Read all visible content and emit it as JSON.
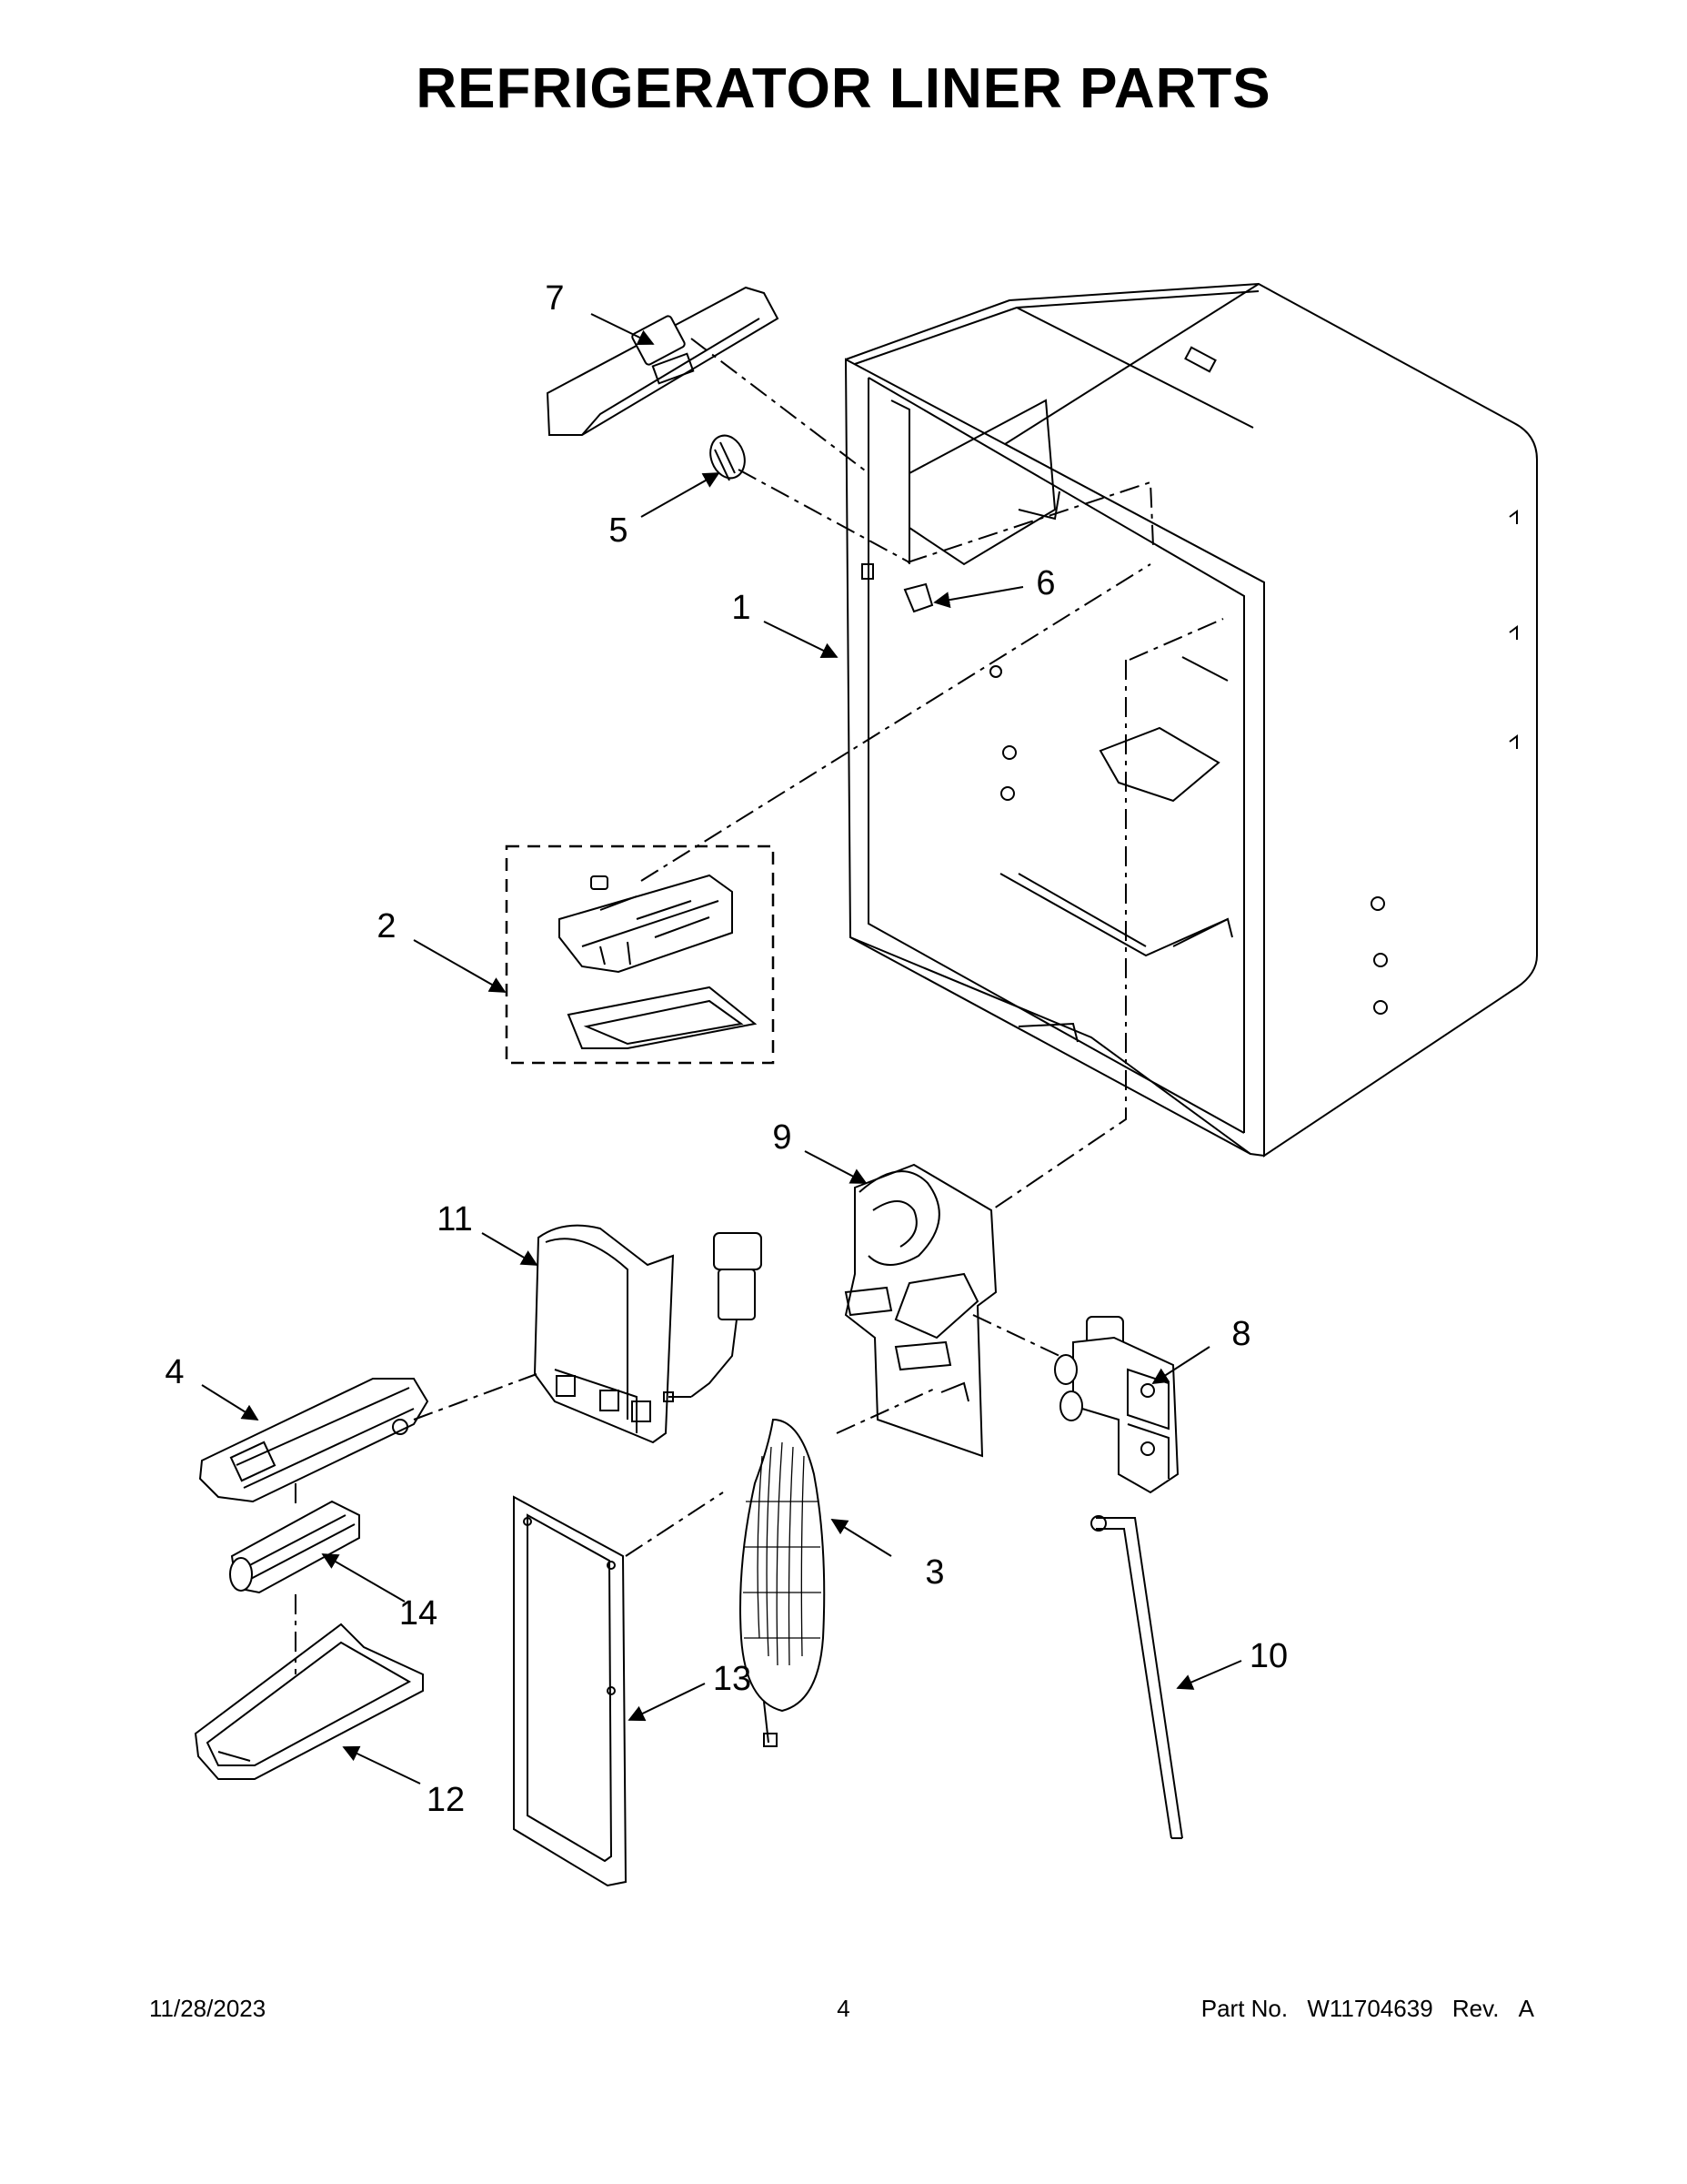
{
  "title": "REFRIGERATOR LINER PARTS",
  "callouts": [
    {
      "id": "c1",
      "label": "1"
    },
    {
      "id": "c2",
      "label": "2"
    },
    {
      "id": "c3",
      "label": "3"
    },
    {
      "id": "c4",
      "label": "4"
    },
    {
      "id": "c5",
      "label": "5"
    },
    {
      "id": "c6",
      "label": "6"
    },
    {
      "id": "c7",
      "label": "7"
    },
    {
      "id": "c8",
      "label": "8"
    },
    {
      "id": "c9",
      "label": "9"
    },
    {
      "id": "c10",
      "label": "10"
    },
    {
      "id": "c11",
      "label": "11"
    },
    {
      "id": "c12",
      "label": "12"
    },
    {
      "id": "c13",
      "label": "13"
    },
    {
      "id": "c14",
      "label": "14"
    }
  ],
  "footer": {
    "date": "11/28/2023",
    "page": "4",
    "part_no_label": "Part No.",
    "part_no": "W11704639",
    "rev_label": "Rev.",
    "rev": "A"
  }
}
